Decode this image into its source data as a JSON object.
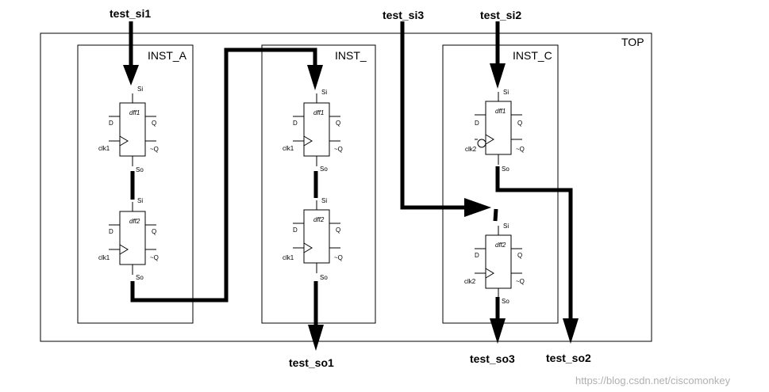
{
  "signals": {
    "test_si1": "test_si1",
    "test_si3": "test_si3",
    "test_si2": "test_si2",
    "test_so1": "test_so1",
    "test_so3": "test_so3",
    "test_so2": "test_so2"
  },
  "top_label": "TOP",
  "instances": {
    "a": "INST_A",
    "b": "INST_",
    "c": "INST_C"
  },
  "flops": {
    "a1": {
      "name": "dff1",
      "si": "Si",
      "so": "So",
      "d": "D",
      "q": "Q",
      "qn": "~Q",
      "clk": "clk1"
    },
    "a2": {
      "name": "dff2",
      "si": "Si",
      "so": "So",
      "d": "D",
      "q": "Q",
      "qn": "~Q",
      "clk": "clk1"
    },
    "b1": {
      "name": "dff1",
      "si": "Si",
      "so": "So",
      "d": "D",
      "q": "Q",
      "qn": "~Q",
      "clk": "clk1"
    },
    "b2": {
      "name": "dff2",
      "si": "Si",
      "so": "So",
      "d": "D",
      "q": "Q",
      "qn": "~Q",
      "clk": "clk1"
    },
    "c1": {
      "name": "dff1",
      "si": "Si",
      "so": "So",
      "d": "D",
      "q": "Q",
      "qn": "~Q",
      "clk": "clk2"
    },
    "c2": {
      "name": "dff2",
      "si": "Si",
      "so": "So",
      "d": "D",
      "q": "Q",
      "qn": "~Q",
      "clk": "clk2"
    }
  },
  "watermark": "https://blog.csdn.net/ciscomonkey"
}
